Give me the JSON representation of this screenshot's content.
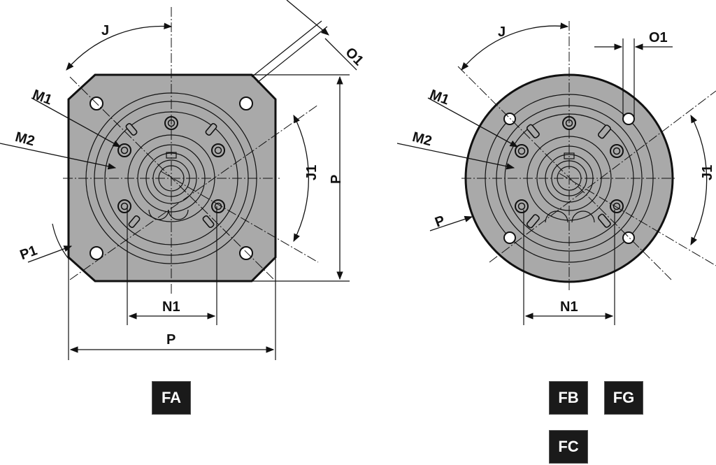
{
  "views": {
    "left": {
      "labels": {
        "J": "J",
        "O1": "O1",
        "M1": "M1",
        "M2": "M2",
        "P1": "P1",
        "J1": "J1",
        "P_vertical": "P",
        "N1": "N1",
        "P_horizontal": "P"
      },
      "badge": "FA"
    },
    "right": {
      "labels": {
        "J": "J",
        "O1": "O1",
        "M1": "M1",
        "M2": "M2",
        "P": "P",
        "J1": "J1",
        "N1": "N1"
      },
      "badges": [
        "FB",
        "FG",
        "FC"
      ]
    }
  },
  "colors": {
    "flange_fill": "#a9a9a9",
    "line": "#111111",
    "badge_bg": "#1a1a1a",
    "badge_text": "#ffffff"
  }
}
